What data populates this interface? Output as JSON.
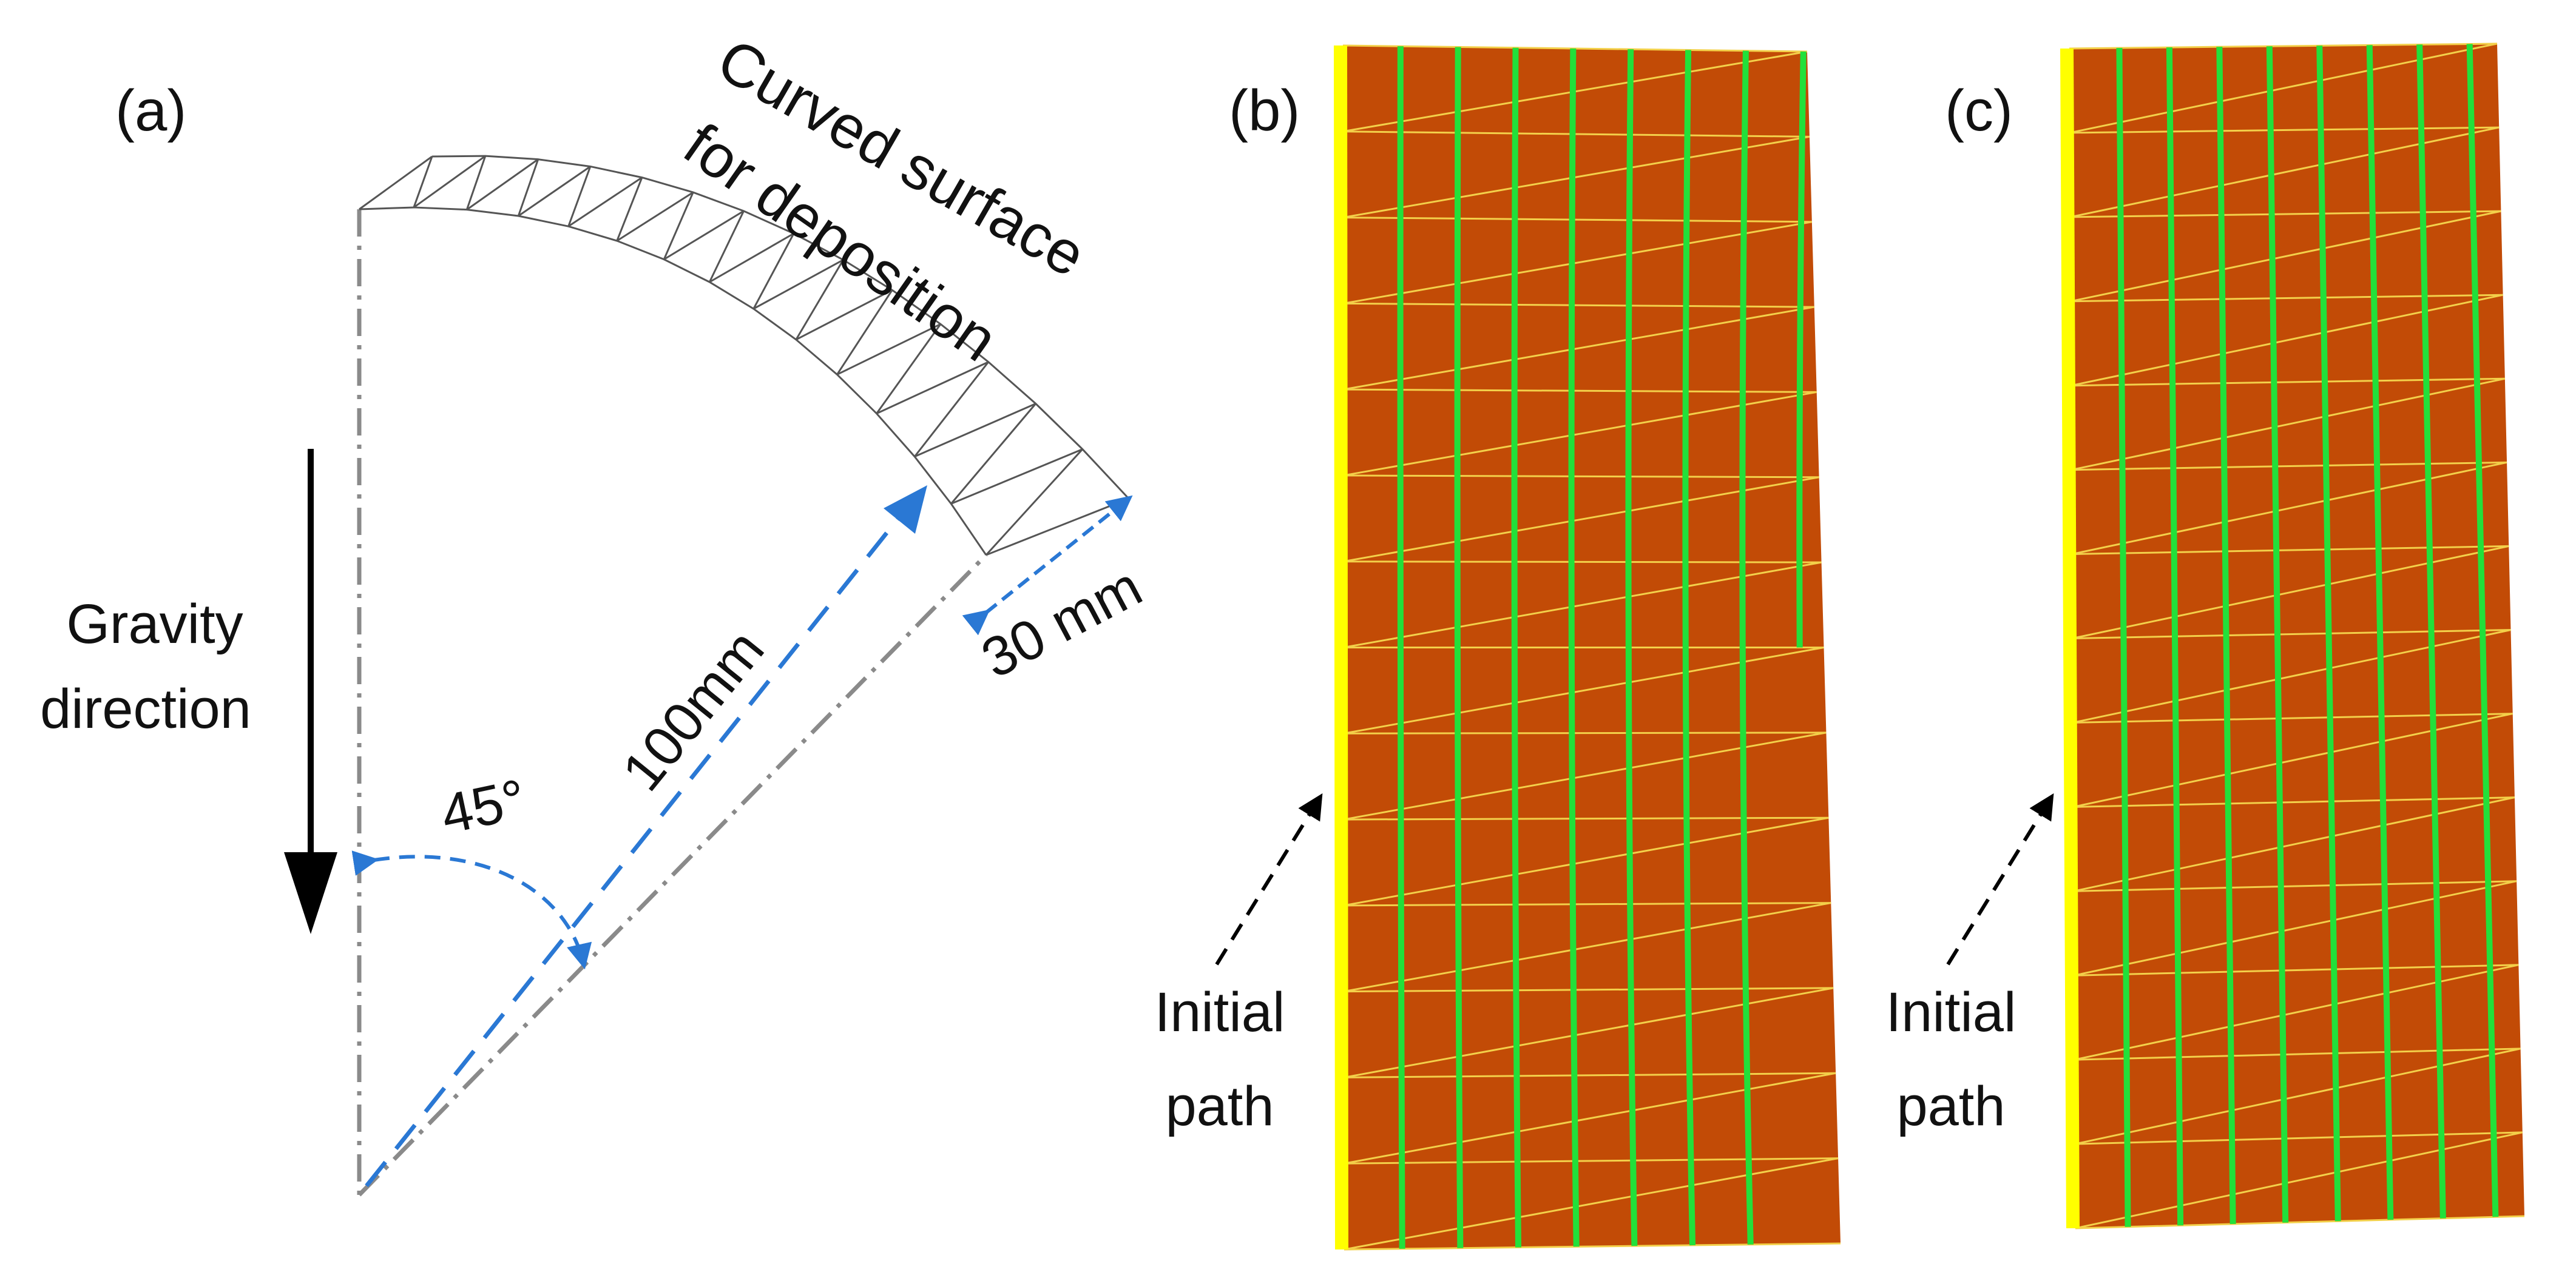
{
  "panel_a": {
    "label": "(a)",
    "surface_label_line1": "Curved surface",
    "surface_label_line2": "for deposition",
    "gravity_line1": "Gravity",
    "gravity_line2": "direction",
    "angle_label": "45°",
    "radius_label": "100mm",
    "width_label": "30 mm",
    "dimension_color": "#2a78d4"
  },
  "panel_b": {
    "label": "(b)",
    "initial_path_line1": "Initial",
    "initial_path_line2": "path"
  },
  "panel_c": {
    "label": "(c)",
    "initial_path_line1": "Initial",
    "initial_path_line2": "path"
  },
  "colors": {
    "surface_fill": "#c24b06",
    "mesh_line": "#f3d04a",
    "toolpath": "#22e03a",
    "initial_path": "#ffff00",
    "dimension": "#2a78d4"
  }
}
